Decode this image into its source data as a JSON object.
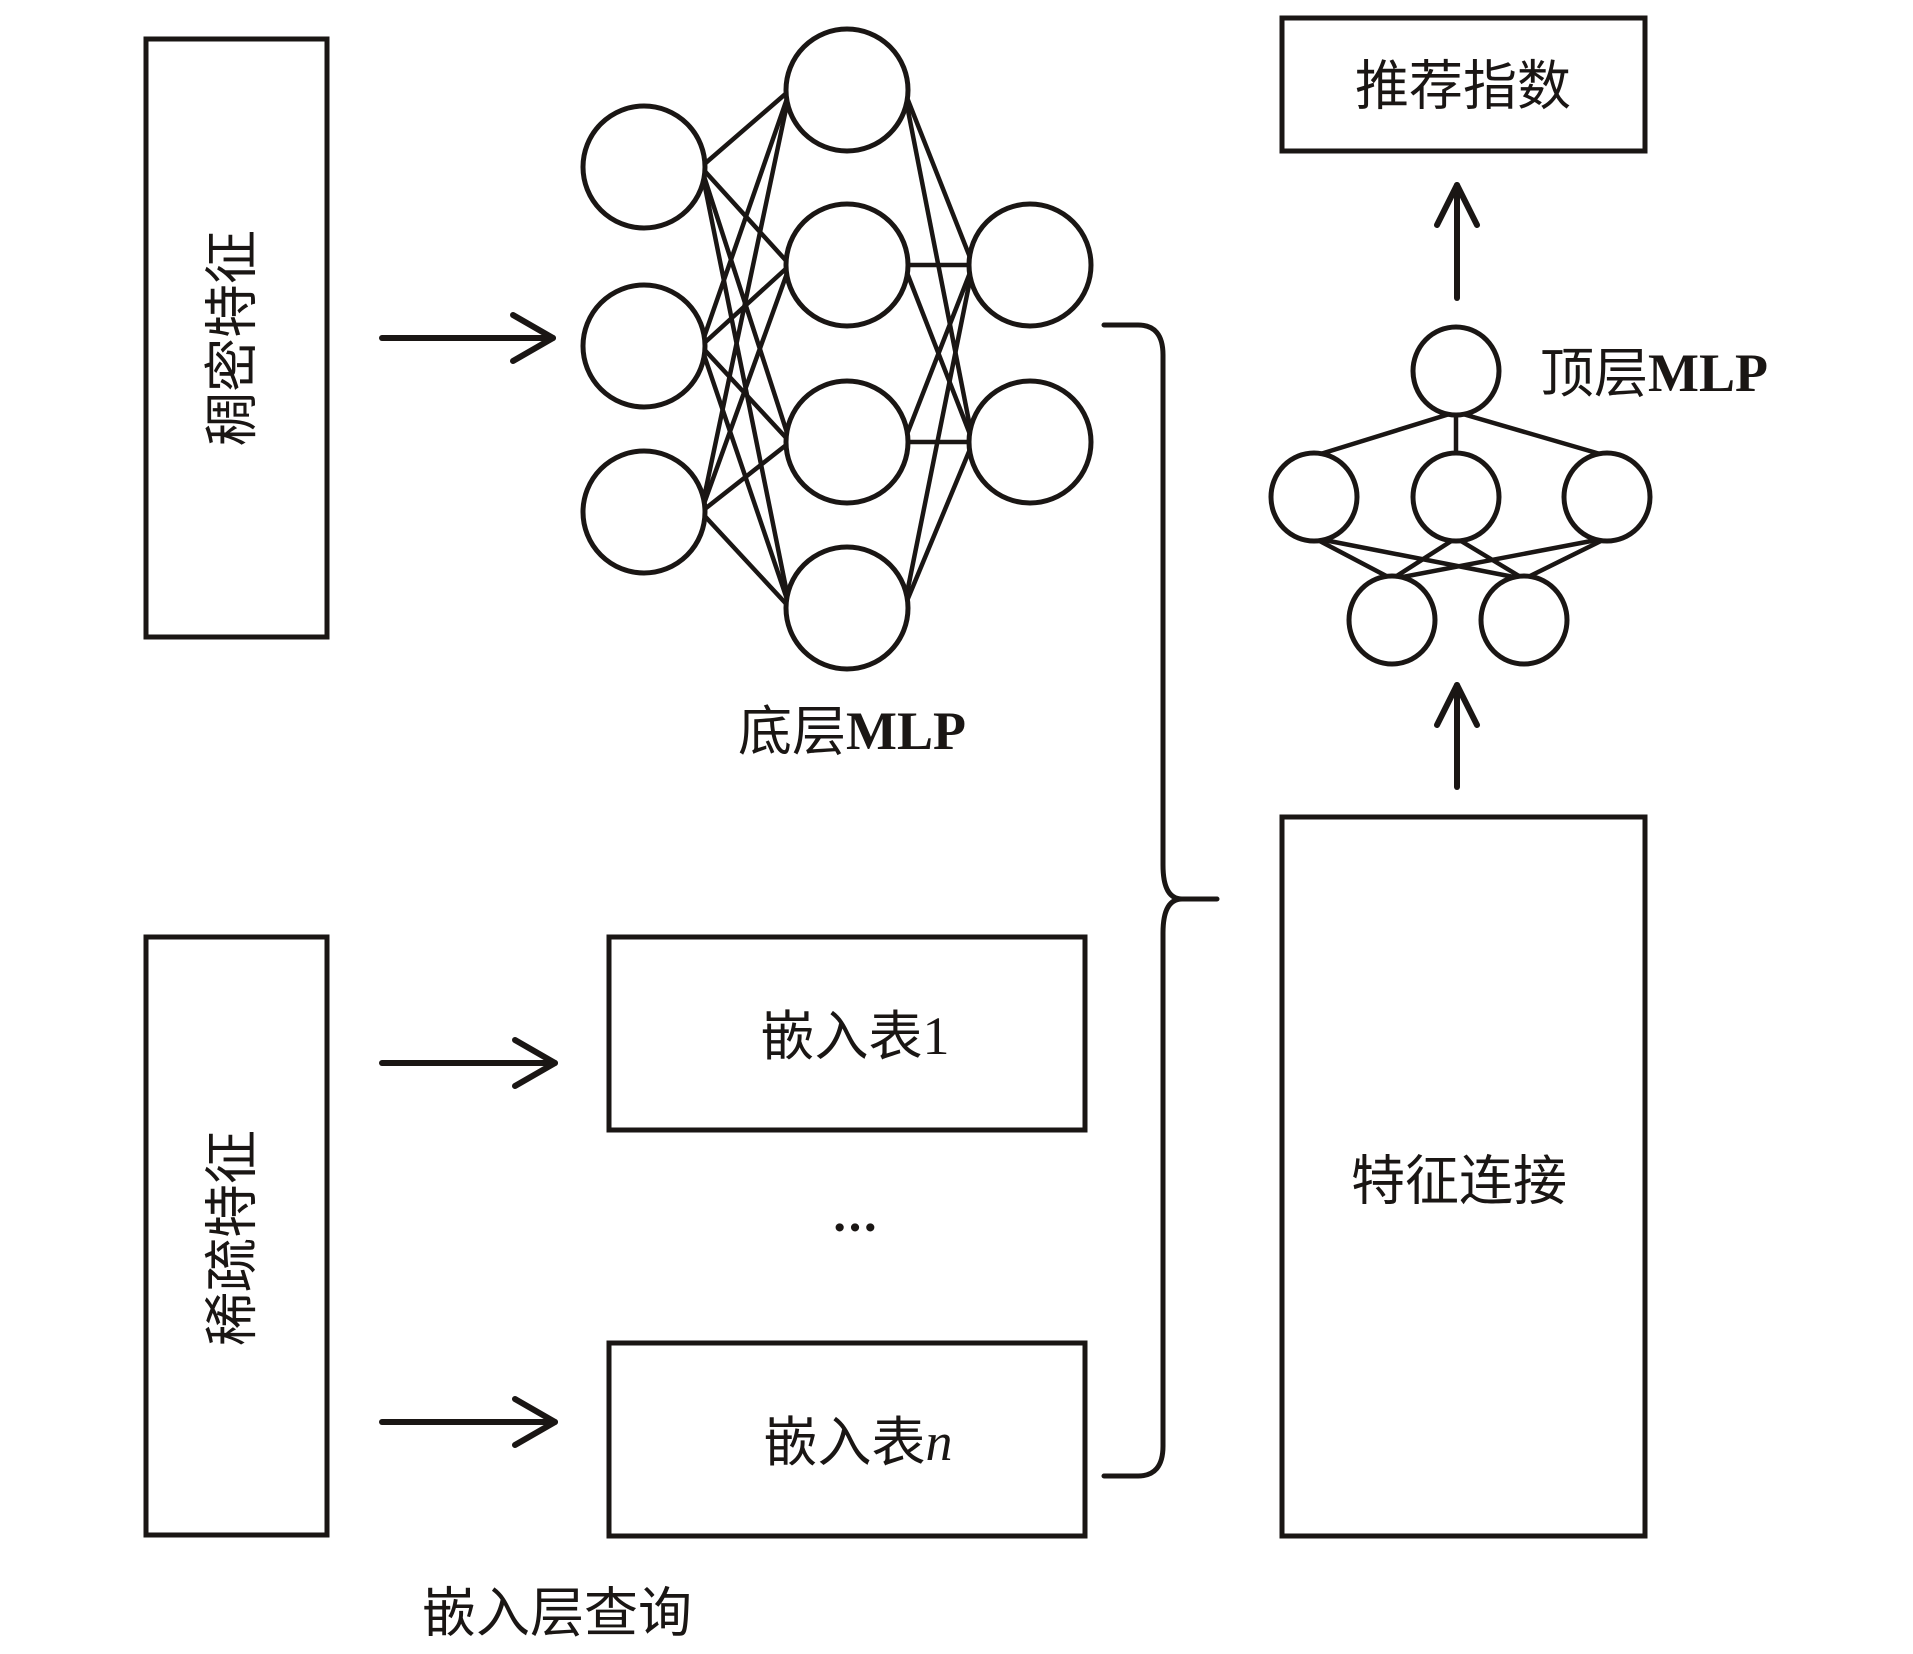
{
  "title": "DLRM recommendation model architecture",
  "inputs": {
    "dense": {
      "label": "稠密特征"
    },
    "sparse": {
      "label": "稀疏特征"
    }
  },
  "bottom_mlp": {
    "label_prefix": "底层",
    "label_suffix": "MLP",
    "layers": [
      3,
      4,
      2
    ]
  },
  "embeddings": {
    "tables": [
      {
        "label_prefix": "嵌入表",
        "label_suffix": "1"
      },
      {
        "label_prefix": "嵌入表",
        "label_suffix": "n"
      }
    ],
    "ellipsis": "···",
    "caption": "嵌入层查询"
  },
  "feature_concat": {
    "label": "特征连接"
  },
  "top_mlp": {
    "label_prefix": "顶层",
    "label_suffix": "MLP",
    "layers": [
      2,
      3,
      1
    ]
  },
  "output": {
    "label": "推荐指数"
  },
  "colors": {
    "stroke": "#1a1614",
    "background": "#ffffff"
  }
}
